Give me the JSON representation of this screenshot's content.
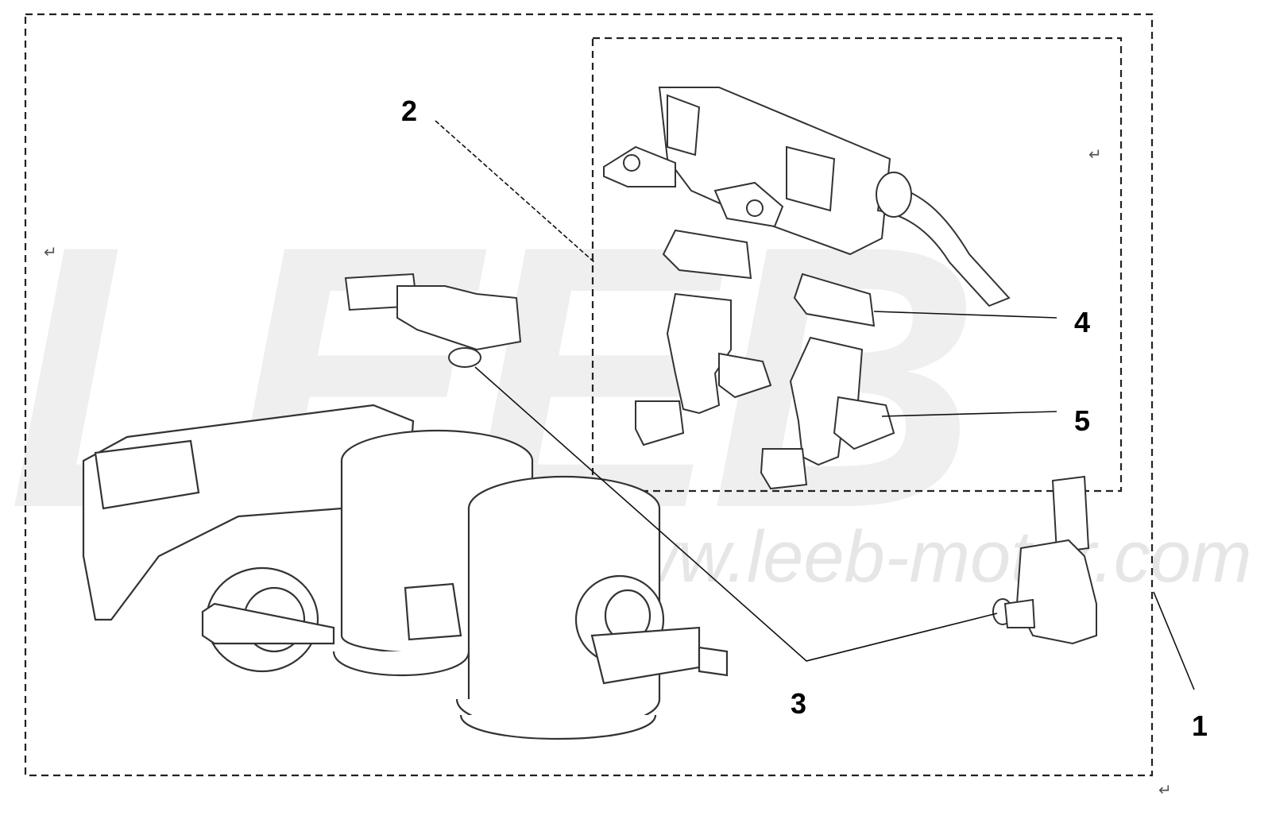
{
  "watermark": {
    "brand": "LEEB",
    "url": "www.leeb-motor.com"
  },
  "callouts": {
    "c1": "1",
    "c2": "2",
    "c3": "3",
    "c4": "4",
    "c5": "5"
  },
  "marks": {
    "return_symbol": "↵"
  },
  "colors": {
    "line": "#1a1a1a",
    "watermark": "#efefef",
    "frame": "#222222"
  }
}
